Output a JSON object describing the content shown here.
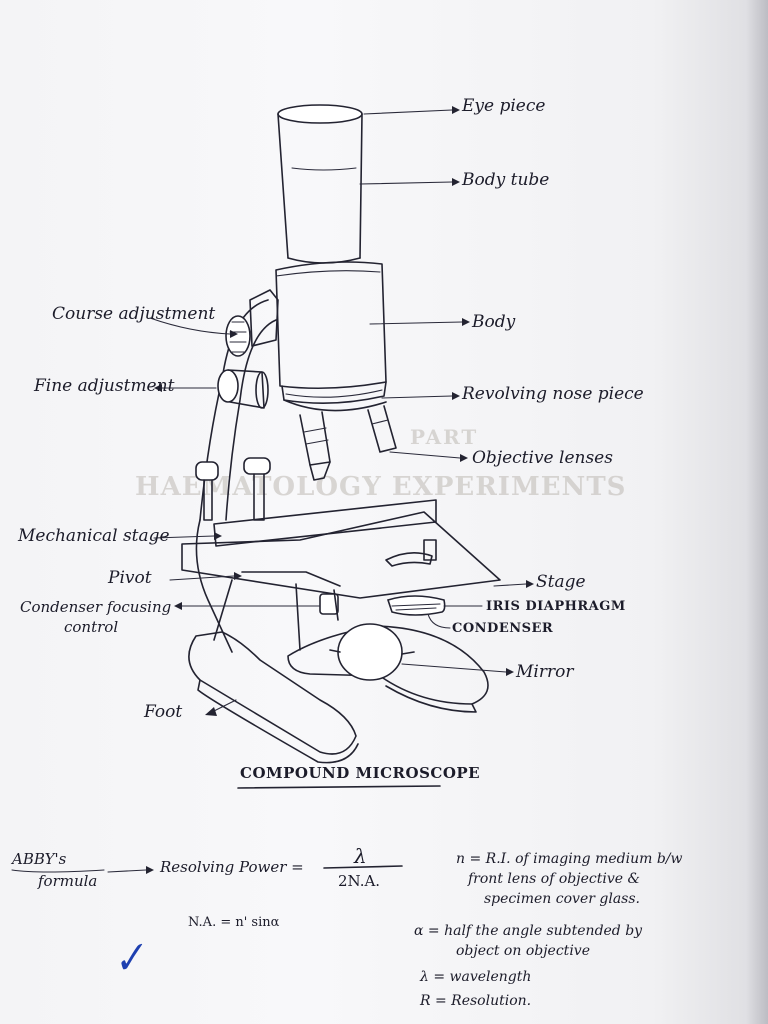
{
  "diagram": {
    "title": "COMPOUND MICROSCOPE",
    "labels": {
      "eye_piece": "Eye piece",
      "body_tube": "Body tube",
      "coarse_adjustment": "Course adjustment",
      "body": "Body",
      "fine_adjustment": "Fine adjustment",
      "revolving_nose_piece": "Revolving nose piece",
      "objective_lenses": "Objective lenses",
      "mechanical_stage": "Mechanical stage",
      "stage": "Stage",
      "pivot": "Pivot",
      "iris_diaphragm": "IRIS DIAPHRAGM",
      "condenser_focusing_control_1": "Condenser focusing",
      "condenser_focusing_control_2": "control",
      "condenser": "CONDENSER",
      "mirror": "Mirror",
      "foot": "Foot"
    }
  },
  "notes": {
    "formula_name_1": "ABBY's",
    "formula_name_2": "formula",
    "resolving_power": "Resolving Power =",
    "numerator": "λ",
    "denominator": "2N.A.",
    "na_definition": "N.A. = n' sinα",
    "n_line1": "n = R.I. of imaging medium b/w",
    "n_line2": "front lens of objective &",
    "n_line3": "specimen cover glass.",
    "alpha_line1": "α = half the angle subtended by",
    "alpha_line2": "object on objective",
    "lambda_def": "λ = wavelength",
    "r_def": "R = Resolution."
  },
  "background_text": {
    "line1": "PART",
    "line2": "HAEMATOLOGY EXPERIMENTS"
  },
  "colors": {
    "ink": "#232331",
    "tick_mark": "#1d3fb0"
  },
  "icons": {
    "tick": "checkmark"
  }
}
